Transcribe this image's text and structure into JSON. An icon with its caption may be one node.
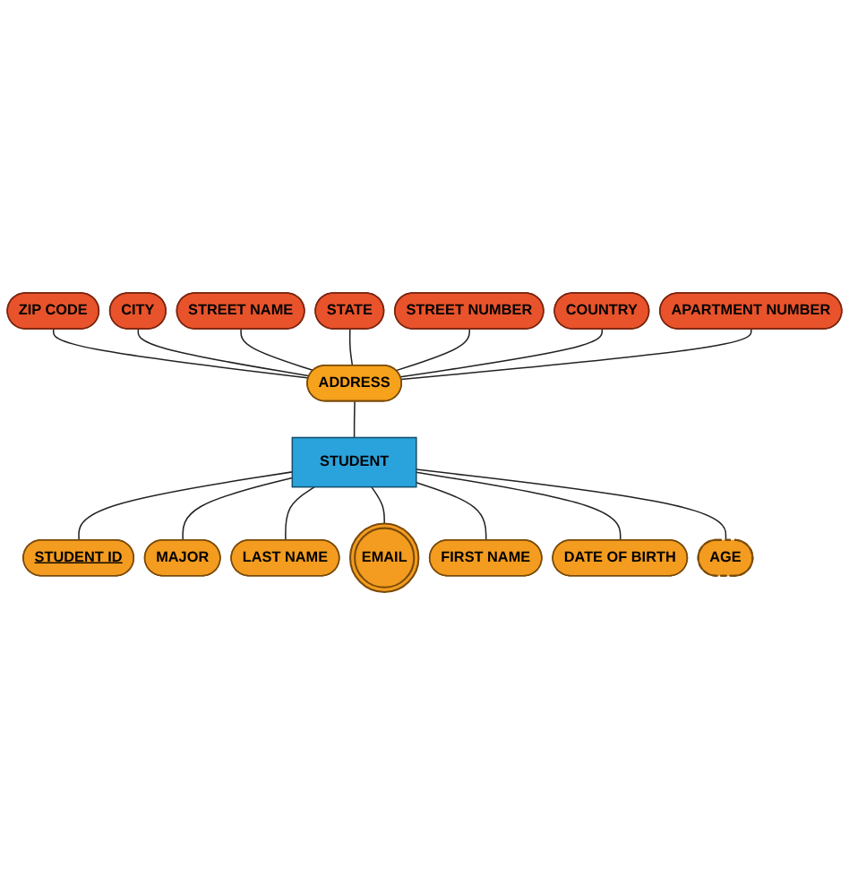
{
  "diagram": {
    "nodes": [
      {
        "text": [
          "ZIP CODE"
        ]
      },
      {
        "text": [
          "CITY"
        ]
      },
      {
        "text": [
          "STREET NAME"
        ]
      },
      {
        "text": [
          "STATE"
        ]
      },
      {
        "text": [
          "STREET NUMBER"
        ]
      },
      {
        "text": [
          "COUNTRY"
        ]
      },
      {
        "text": [
          "APARTMENT NUMBER"
        ]
      },
      {
        "text": [
          "ADDRESS"
        ]
      },
      {
        "text": [
          "STUDENT ID"
        ]
      },
      {
        "text": [
          "MAJOR"
        ]
      },
      {
        "text": [
          "LAST NAME"
        ]
      },
      {
        "text": [
          "STUDENT"
        ]
      },
      {
        "text": [
          "EMAIL"
        ]
      },
      {
        "text": [
          "FIRST NAME"
        ]
      },
      {
        "text": [
          "DATE OF BIRTH"
        ]
      },
      {
        "text": [
          "AGE"
        ]
      }
    ],
    "edges": [
      {
        "from": 0,
        "to": 7,
        "arrow": "none"
      },
      {
        "from": 1,
        "to": 7,
        "arrow": "none"
      },
      {
        "from": 2,
        "to": 7,
        "arrow": "none"
      },
      {
        "from": 3,
        "to": 7,
        "arrow": "none"
      },
      {
        "from": 4,
        "to": 7,
        "arrow": "none"
      },
      {
        "from": 5,
        "to": 7,
        "arrow": "none"
      },
      {
        "from": 6,
        "to": 7,
        "arrow": "none"
      },
      {
        "from": 7,
        "to": 11,
        "arrow": "none"
      },
      {
        "from": 11,
        "to": 8,
        "arrow": "none"
      },
      {
        "from": 11,
        "to": 9,
        "arrow": "none"
      },
      {
        "from": 11,
        "to": 10,
        "arrow": "none"
      },
      {
        "from": 11,
        "to": 12,
        "arrow": "none"
      },
      {
        "from": 11,
        "to": 13,
        "arrow": "none"
      },
      {
        "from": 11,
        "to": 14,
        "arrow": "none"
      },
      {
        "from": 11,
        "to": 15,
        "arrow": "none"
      }
    ]
  }
}
